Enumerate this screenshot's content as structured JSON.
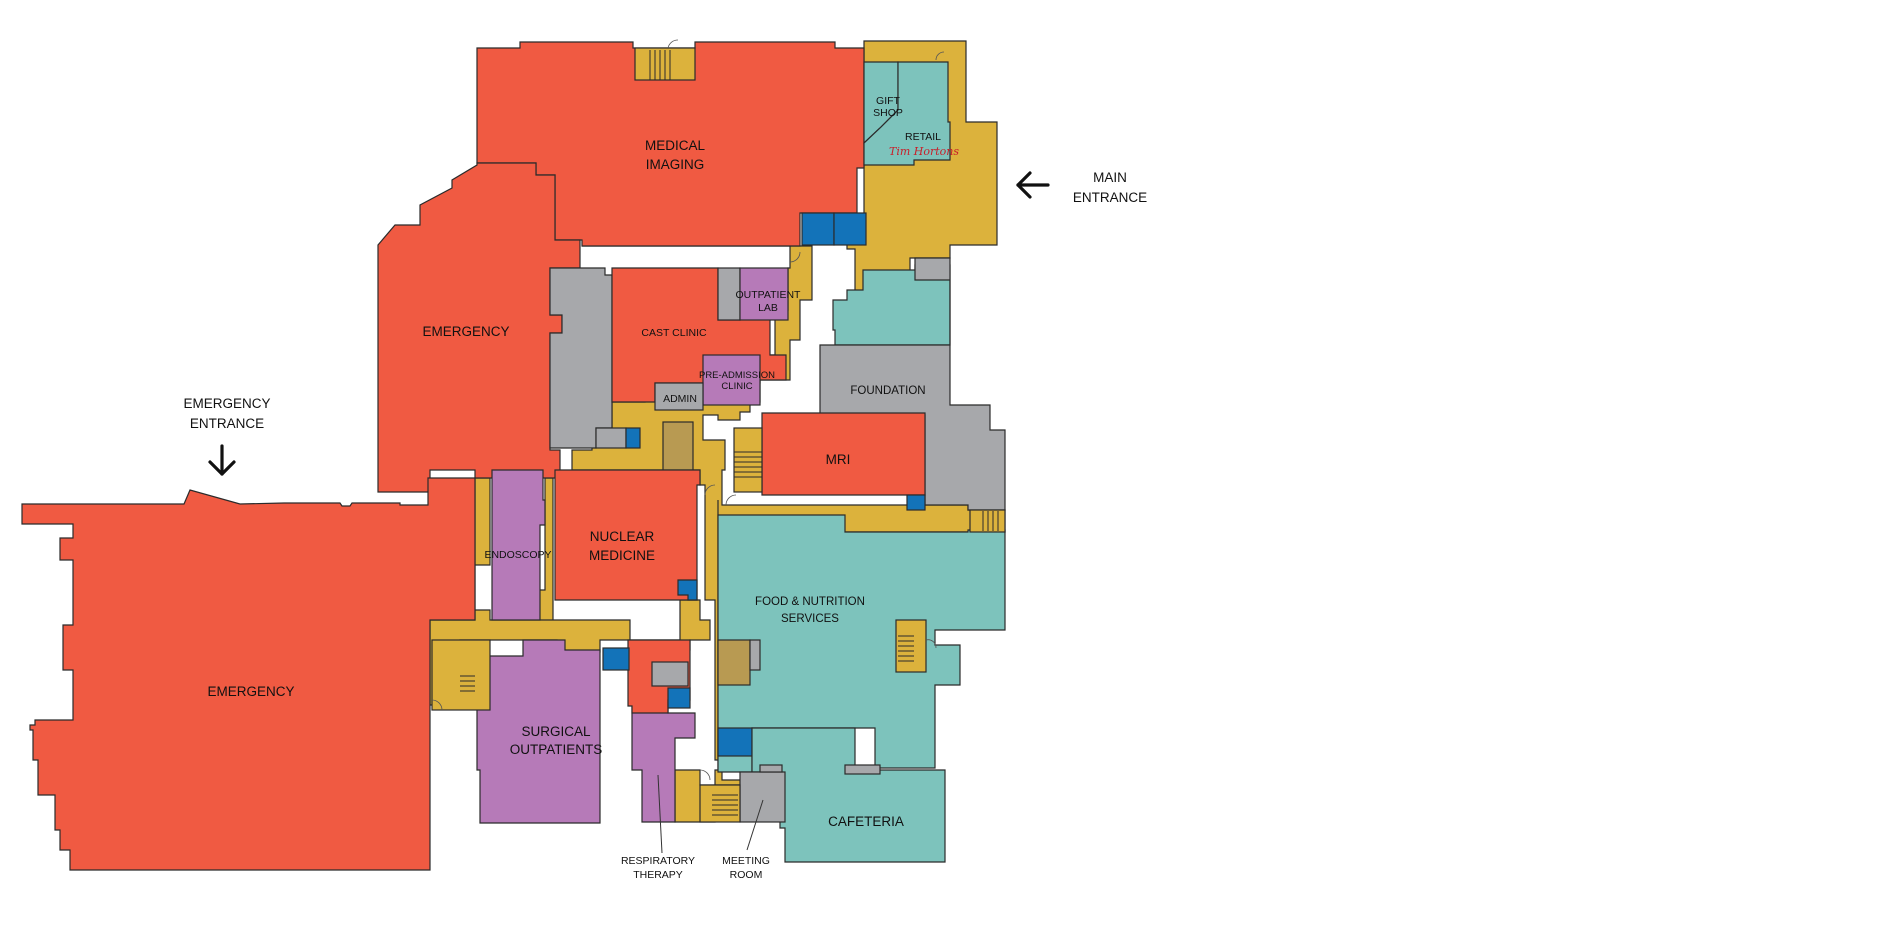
{
  "colors": {
    "clinical": "#f05a42",
    "corridor": "#dcb23c",
    "public": "#7dc3bc",
    "outpatient": "#b67ab8",
    "admin": "#a7a8ab",
    "elevator": "#1373b9",
    "service": "#b89a52",
    "outline": "#2b2b2b"
  },
  "entrances": {
    "main": [
      "MAIN",
      "ENTRANCE"
    ],
    "emergency": [
      "EMERGENCY",
      "ENTRANCE"
    ]
  },
  "rooms": {
    "medical_imaging": [
      "MEDICAL",
      "IMAGING"
    ],
    "emergency_north": "EMERGENCY",
    "emergency_main": "EMERGENCY",
    "gift_shop": [
      "GIFT",
      "SHOP"
    ],
    "retail": "RETAIL",
    "retail_brand": "Tim Hortons",
    "outpatient_lab": [
      "OUTPATIENT",
      "LAB"
    ],
    "cast_clinic": "CAST CLINIC",
    "pre_admission_clinic": [
      "PRE-ADMISSION",
      "CLINIC"
    ],
    "admin": "ADMIN",
    "foundation": "FOUNDATION",
    "mri": "MRI",
    "endoscopy": "ENDOSCOPY",
    "nuclear_medicine": [
      "NUCLEAR",
      "MEDICINE"
    ],
    "food_nutrition": [
      "FOOD & NUTRITION",
      "SERVICES"
    ],
    "surgical_outpatients": [
      "SURGICAL",
      "OUTPATIENTS"
    ],
    "respiratory_therapy": [
      "RESPIRATORY",
      "THERAPY"
    ],
    "meeting_room": [
      "MEETING",
      "ROOM"
    ],
    "cafeteria": "CAFETERIA"
  }
}
